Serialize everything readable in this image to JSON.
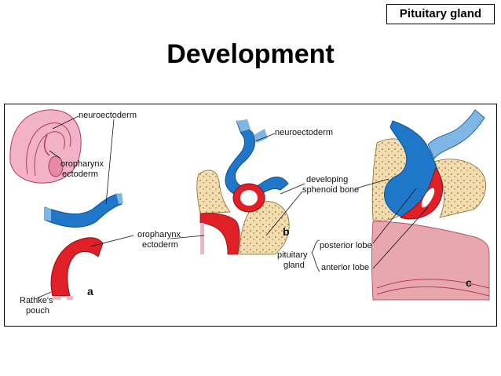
{
  "header": {
    "tag": "Pituitary gland",
    "title": "Development"
  },
  "labels": {
    "neuroectoderm_a": "neuroectoderm",
    "oropharynx_ectoderm_small": [
      "oropharynx",
      "ectoderm"
    ],
    "rathkes_pouch": [
      "Rathke's",
      "pouch"
    ],
    "letter_a": "a",
    "neuroectoderm_b": "neuroectoderm",
    "oropharynx_ectoderm": [
      "oropharynx",
      "ectoderm"
    ],
    "developing_sphenoid": [
      "developing",
      "sphenoid bone"
    ],
    "letter_b": "b",
    "pituitary_gland": [
      "pituitary",
      "gland"
    ],
    "posterior_lobe": "posterior lobe",
    "anterior_lobe": "anterior lobe",
    "letter_c": "c"
  },
  "colors": {
    "neuro_blue": "#1f77c9",
    "neuro_light": "#7fb6e4",
    "ecto_red": "#e01f26",
    "embryo_pink": "#f2b3c6",
    "bone": "#f2dcb0",
    "bone_dots": "#8a6a2a",
    "tissue": "#e7a7ad"
  },
  "icons": [
    "embryo-sketch",
    "neuroectoderm-tube",
    "rathkes-pouch-shape",
    "sphenoid-bone-shape",
    "pituitary-gland-shape"
  ]
}
